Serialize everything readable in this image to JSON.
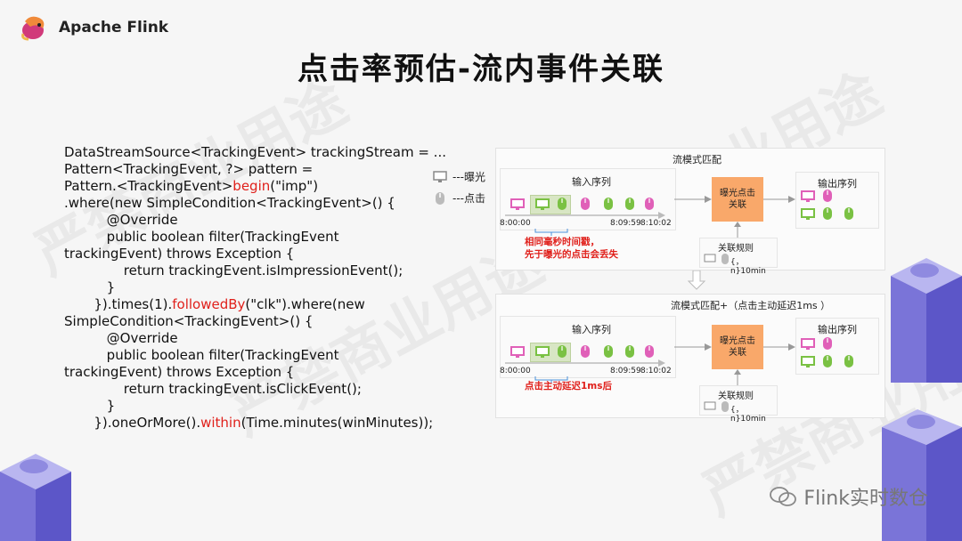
{
  "brand": {
    "name": "Apache Flink"
  },
  "page": {
    "title": "点击率预估-流内事件关联"
  },
  "watermark_text": "严禁商业用途",
  "code": {
    "lines": [
      [
        {
          "t": "DataStreamSource<TrackingEvent> trackingStream = ..."
        }
      ],
      [
        {
          "t": "Pattern<TrackingEvent, ?> pattern ="
        }
      ],
      [
        {
          "t": "Pattern.<TrackingEvent>"
        },
        {
          "t": "begin",
          "red": true
        },
        {
          "t": "(\"imp\")"
        }
      ],
      [
        {
          "t": ".where(new SimpleCondition<TrackingEvent>() {"
        }
      ],
      [
        {
          "t": "          @Override"
        }
      ],
      [
        {
          "t": "          public boolean filter(TrackingEvent"
        }
      ],
      [
        {
          "t": "trackingEvent) throws Exception {"
        }
      ],
      [
        {
          "t": "              return trackingEvent.isImpressionEvent();"
        }
      ],
      [
        {
          "t": "          }"
        }
      ],
      [
        {
          "t": "       }).times(1)."
        },
        {
          "t": "followedBy",
          "red": true
        },
        {
          "t": "(\"clk\").where(new"
        }
      ],
      [
        {
          "t": "SimpleCondition<TrackingEvent>() {"
        }
      ],
      [
        {
          "t": "          @Override"
        }
      ],
      [
        {
          "t": "          public boolean filter(TrackingEvent"
        }
      ],
      [
        {
          "t": "trackingEvent) throws Exception {"
        }
      ],
      [
        {
          "t": "              return trackingEvent.isClickEvent();"
        }
      ],
      [
        {
          "t": "          }"
        }
      ],
      [
        {
          "t": "       }).oneOrMore()."
        },
        {
          "t": "within",
          "red": true
        },
        {
          "t": "(Time.minutes(winMinutes));"
        }
      ]
    ]
  },
  "legend": {
    "impression": "---曝光",
    "click": "---点击"
  },
  "diagram1": {
    "title": "流模式匹配",
    "input_label": "输入序列",
    "output_label": "输出序列",
    "times": [
      "8:00:00",
      "8:09:59",
      "8:10:02"
    ],
    "note": [
      "相同毫秒时间戳，",
      "先于曝光的点击会丢失"
    ],
    "box": "曝光点击\n关联",
    "rule_label": "关联规则",
    "rule_text": "{，n}10min"
  },
  "diagram2": {
    "title": "流模式匹配+（点击主动延迟1ms ）",
    "input_label": "输入序列",
    "output_label": "输出序列",
    "times": [
      "8:00:00",
      "8:09:59",
      "8:10:02"
    ],
    "note": [
      "点击主动延迟1ms后"
    ],
    "box": "曝光点击\n关联",
    "rule_label": "关联规则",
    "rule_text": "{，n}10min"
  },
  "footer": {
    "text": "Flink实时数仓"
  },
  "colors": {
    "pink": "#e060b8",
    "green": "#7ac143",
    "orange": "#f9a86a",
    "red": "#e0201b",
    "gray": "#999999"
  }
}
